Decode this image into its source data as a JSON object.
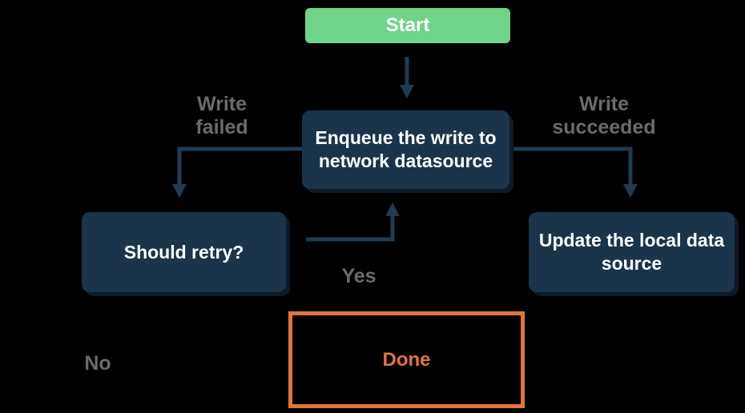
{
  "flowchart": {
    "nodes": {
      "start": {
        "label": "Start"
      },
      "enqueue": {
        "label": "Enqueue the write to network datasource"
      },
      "should_retry": {
        "label": "Should retry?"
      },
      "update_local": {
        "label": "Update the local data source"
      },
      "done": {
        "label": "Done"
      }
    },
    "edge_labels": {
      "write_failed": "Write failed",
      "write_succeeded": "Write succeeded",
      "yes": "Yes",
      "no": "No"
    }
  },
  "colors": {
    "background": "#000000",
    "node_fill": "#1b3449",
    "node_text": "#ffffff",
    "start_fill": "#6fd388",
    "start_text": "#ffffff",
    "done_border": "#e2753c",
    "done_text": "#e2753c",
    "arrow": "#1f3c52",
    "edge_label_text": "#6b6b6b"
  }
}
